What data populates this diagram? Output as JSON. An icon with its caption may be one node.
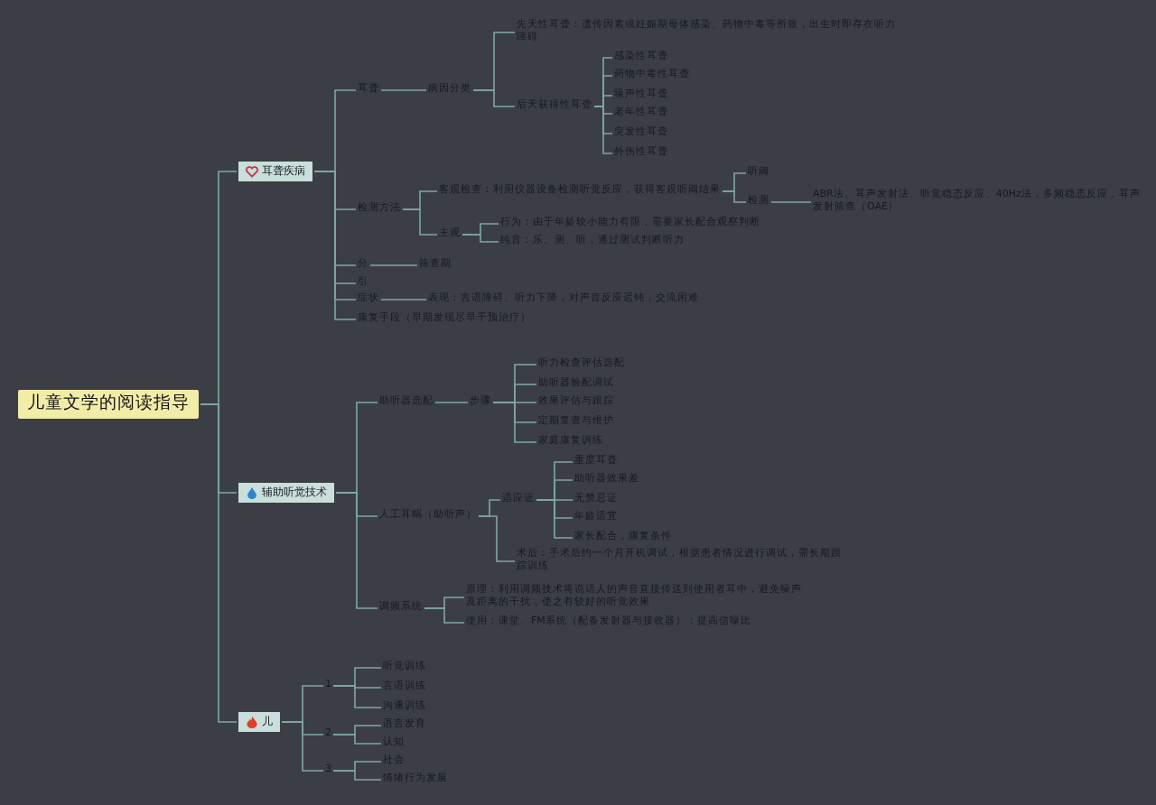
{
  "diagram": {
    "nodes": [
      {
        "text": [
          "儿童文学的阅读指导"
        ]
      },
      {
        "text": [
          "耳聋疾病"
        ]
      },
      {
        "text": [
          "辅助听觉技术"
        ]
      },
      {
        "text": [
          "儿"
        ]
      },
      {
        "text": [
          "耳聋"
        ]
      },
      {
        "text": [
          "病因分类"
        ]
      },
      {
        "text": [
          "先天性耳聋：遗传因素或妊娠期母体感染、药物中毒等所致，出生时即存在听力障碍"
        ]
      },
      {
        "text": [
          "后天获得性耳聋"
        ]
      },
      {
        "text": [
          "感染性耳聋"
        ]
      },
      {
        "text": [
          "药物中毒性耳聋"
        ]
      },
      {
        "text": [
          "噪声性耳聋"
        ]
      },
      {
        "text": [
          "老年性耳聋"
        ]
      },
      {
        "text": [
          "突发性耳聋"
        ]
      },
      {
        "text": [
          "外伤性耳聋"
        ]
      },
      {
        "text": [
          "检测方法"
        ]
      },
      {
        "text": [
          "客观检查：利用仪器设备检测听觉反应，获得客观听阈结果"
        ]
      },
      {
        "text": [
          "听阈"
        ]
      },
      {
        "text": [
          "检测"
        ]
      },
      {
        "text": [
          "ABR法、耳声发射法、听觉稳态反应、40Hz法，多频稳态反应，耳声发射筛查（OAE）"
        ]
      },
      {
        "text": [
          "主观"
        ]
      },
      {
        "text": [
          "行为：由于年龄较小能力有限，需要家长配合观察判断"
        ]
      },
      {
        "text": [
          "纯音：乐、测、听，通过测试判断听力"
        ]
      },
      {
        "text": [
          "分"
        ]
      },
      {
        "text": [
          "筛查期"
        ]
      },
      {
        "text": [
          "引"
        ]
      },
      {
        "text": [
          "症状"
        ]
      },
      {
        "text": [
          "表现：言语障碍、听力下降，对声音反应迟钝，交流困难"
        ]
      },
      {
        "text": [
          "康复手段（早期发现尽早干预治疗）"
        ]
      },
      {
        "text": [
          "助听器选配"
        ]
      },
      {
        "text": [
          "步骤"
        ]
      },
      {
        "text": [
          "听力检查评估选配"
        ]
      },
      {
        "text": [
          "助听器验配调试"
        ]
      },
      {
        "text": [
          "效果评估与跟踪"
        ]
      },
      {
        "text": [
          "定期复查与维护"
        ]
      },
      {
        "text": [
          "家庭康复训练"
        ]
      },
      {
        "text": [
          "人工耳蜗（助听声）"
        ]
      },
      {
        "text": [
          "适应证"
        ]
      },
      {
        "text": [
          "重度耳聋"
        ]
      },
      {
        "text": [
          "助听器效果差"
        ]
      },
      {
        "text": [
          "无禁忌证"
        ]
      },
      {
        "text": [
          "年龄适宜"
        ]
      },
      {
        "text": [
          "家长配合，康复条件"
        ]
      },
      {
        "text": [
          "术后：手术后约一个月开机调试，根据患者情况进行调试，需长期跟踪训练"
        ]
      },
      {
        "text": [
          "调频系统"
        ]
      },
      {
        "text": [
          "原理：利用调频技术将说话人的声音直接传送到使用者耳中，避免噪声及距离的干扰，使之有较好的听觉效果"
        ]
      },
      {
        "text": [
          "使用：课堂、FM系统（配备发射器与接收器）：提高信噪比"
        ]
      },
      {
        "text": [
          "1"
        ]
      },
      {
        "text": [
          "听觉训练"
        ]
      },
      {
        "text": [
          "言语训练"
        ]
      },
      {
        "text": [
          "沟通训练"
        ]
      },
      {
        "text": [
          "2"
        ]
      },
      {
        "text": [
          "语言发育"
        ]
      },
      {
        "text": [
          "认知"
        ]
      },
      {
        "text": [
          "3"
        ]
      },
      {
        "text": [
          "社会"
        ]
      },
      {
        "text": [
          "情绪行为发展"
        ]
      }
    ],
    "edges": [
      {
        "from": 0,
        "to": 1,
        "arrow": "none"
      },
      {
        "from": 0,
        "to": 2,
        "arrow": "none"
      },
      {
        "from": 0,
        "to": 3,
        "arrow": "none"
      },
      {
        "from": 1,
        "to": 4,
        "arrow": "none"
      },
      {
        "from": 1,
        "to": 14,
        "arrow": "none"
      },
      {
        "from": 1,
        "to": 22,
        "arrow": "none"
      },
      {
        "from": 1,
        "to": 24,
        "arrow": "none"
      },
      {
        "from": 1,
        "to": 25,
        "arrow": "none"
      },
      {
        "from": 1,
        "to": 27,
        "arrow": "none"
      },
      {
        "from": 4,
        "to": 5,
        "arrow": "none"
      },
      {
        "from": 5,
        "to": 6,
        "arrow": "none"
      },
      {
        "from": 5,
        "to": 7,
        "arrow": "none"
      },
      {
        "from": 7,
        "to": 8,
        "arrow": "none"
      },
      {
        "from": 7,
        "to": 9,
        "arrow": "none"
      },
      {
        "from": 7,
        "to": 10,
        "arrow": "none"
      },
      {
        "from": 7,
        "to": 11,
        "arrow": "none"
      },
      {
        "from": 7,
        "to": 12,
        "arrow": "none"
      },
      {
        "from": 7,
        "to": 13,
        "arrow": "none"
      },
      {
        "from": 14,
        "to": 15,
        "arrow": "none"
      },
      {
        "from": 14,
        "to": 19,
        "arrow": "none"
      },
      {
        "from": 15,
        "to": 16,
        "arrow": "none"
      },
      {
        "from": 15,
        "to": 17,
        "arrow": "none"
      },
      {
        "from": 17,
        "to": 18,
        "arrow": "none"
      },
      {
        "from": 19,
        "to": 20,
        "arrow": "none"
      },
      {
        "from": 19,
        "to": 21,
        "arrow": "none"
      },
      {
        "from": 22,
        "to": 23,
        "arrow": "none"
      },
      {
        "from": 25,
        "to": 26,
        "arrow": "none"
      },
      {
        "from": 2,
        "to": 28,
        "arrow": "none"
      },
      {
        "from": 2,
        "to": 35,
        "arrow": "none"
      },
      {
        "from": 2,
        "to": 43,
        "arrow": "none"
      },
      {
        "from": 28,
        "to": 29,
        "arrow": "none"
      },
      {
        "from": 29,
        "to": 30,
        "arrow": "none"
      },
      {
        "from": 29,
        "to": 31,
        "arrow": "none"
      },
      {
        "from": 29,
        "to": 32,
        "arrow": "none"
      },
      {
        "from": 29,
        "to": 33,
        "arrow": "none"
      },
      {
        "from": 29,
        "to": 34,
        "arrow": "none"
      },
      {
        "from": 35,
        "to": 36,
        "arrow": "none"
      },
      {
        "from": 35,
        "to": 42,
        "arrow": "none"
      },
      {
        "from": 36,
        "to": 37,
        "arrow": "none"
      },
      {
        "from": 36,
        "to": 38,
        "arrow": "none"
      },
      {
        "from": 36,
        "to": 39,
        "arrow": "none"
      },
      {
        "from": 36,
        "to": 40,
        "arrow": "none"
      },
      {
        "from": 36,
        "to": 41,
        "arrow": "none"
      },
      {
        "from": 43,
        "to": 44,
        "arrow": "none"
      },
      {
        "from": 43,
        "to": 45,
        "arrow": "none"
      },
      {
        "from": 3,
        "to": 46,
        "arrow": "none"
      },
      {
        "from": 3,
        "to": 50,
        "arrow": "none"
      },
      {
        "from": 3,
        "to": 53,
        "arrow": "none"
      },
      {
        "from": 46,
        "to": 47,
        "arrow": "none"
      },
      {
        "from": 46,
        "to": 48,
        "arrow": "none"
      },
      {
        "from": 46,
        "to": 49,
        "arrow": "none"
      },
      {
        "from": 50,
        "to": 51,
        "arrow": "none"
      },
      {
        "from": 50,
        "to": 52,
        "arrow": "none"
      },
      {
        "from": 53,
        "to": 54,
        "arrow": "none"
      },
      {
        "from": 53,
        "to": 55,
        "arrow": "none"
      }
    ]
  }
}
